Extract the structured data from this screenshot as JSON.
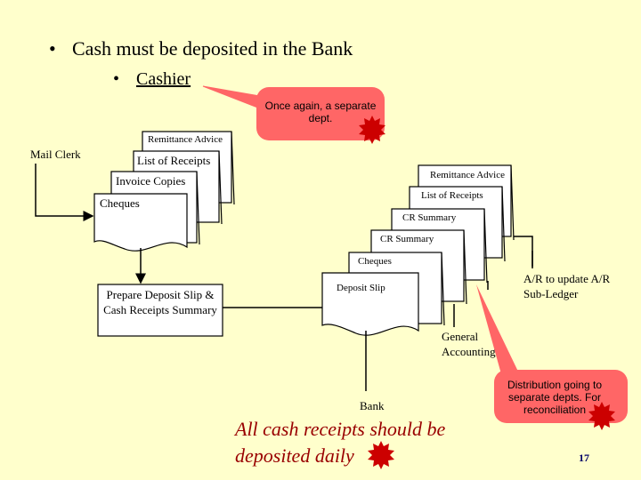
{
  "bullets": {
    "main": "Cash must be deposited in the Bank",
    "sub": "Cashier"
  },
  "callouts": {
    "cashier": "Once again, a separate dept.",
    "distribution": "Distribution going to separate depts. For reconciliation",
    "star_color": "#CC0000",
    "callout_fill": "#FF6666"
  },
  "actors": {
    "mail_clerk": "Mail Clerk",
    "general_accounting": "General Accounting",
    "bank": "Bank",
    "ar": "A/R to update A/R Sub-Ledger"
  },
  "documents": {
    "left_stack": [
      "Remittance Advice",
      "List of Receipts",
      "Invoice Copies",
      "Cheques"
    ],
    "right_stack": [
      "Remittance Advice",
      "List of Receipts",
      "CR Summary",
      "CR Summary",
      "Cheques"
    ],
    "deposit_slip": "Deposit Slip"
  },
  "process": {
    "prepare": "Prepare Deposit Slip & Cash Receipts Summary"
  },
  "footer": {
    "message": "All cash receipts should be deposited daily",
    "page_number": "17"
  }
}
